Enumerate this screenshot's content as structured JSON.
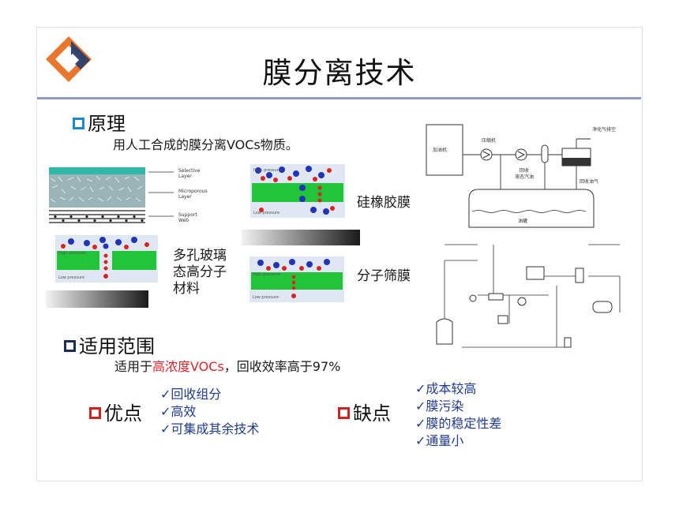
{
  "title": "膜分离技术",
  "principle": {
    "heading": "原理",
    "desc": "用人工合成的膜分离VOCs物质。"
  },
  "diagram_labels": {
    "selective_layer": "Selective\nLayer",
    "microporous_layer": "Microporous\nLayer",
    "support_web": "Support\nWeb",
    "high_pressure": "High pressure",
    "low_pressure": "Low pressure",
    "silicone_membrane": "硅橡胶膜",
    "porous_glass": "多孔玻璃\n态高分子\n材料",
    "molecular_sieve": "分子筛膜"
  },
  "process_top": {
    "tank_left": "加油机",
    "compressor": "压缩机",
    "clean_gas": "净化气排空",
    "recovered_oil": "回收\n液态汽油",
    "recovered_gas": "回收油气",
    "oil_tank": "油罐"
  },
  "scope": {
    "heading": "适用范围",
    "pre": "适用于",
    "highlight": "高浓度VOCs",
    "post": "，回收效率高于97%"
  },
  "pros": {
    "heading": "优点",
    "items": [
      "✓回收组分",
      "✓高效",
      "✓可集成其余技术"
    ]
  },
  "cons": {
    "heading": "缺点",
    "items": [
      "✓成本较高",
      "✓膜污染",
      "✓膜的稳定性差",
      "✓通量小"
    ]
  },
  "colors": {
    "accent_blue": "#1a8bc8",
    "highlight_red": "#d8262c",
    "check_blue": "#1f3b8c",
    "logo_orange": "#e8762d",
    "logo_navy": "#2a3e6e"
  }
}
